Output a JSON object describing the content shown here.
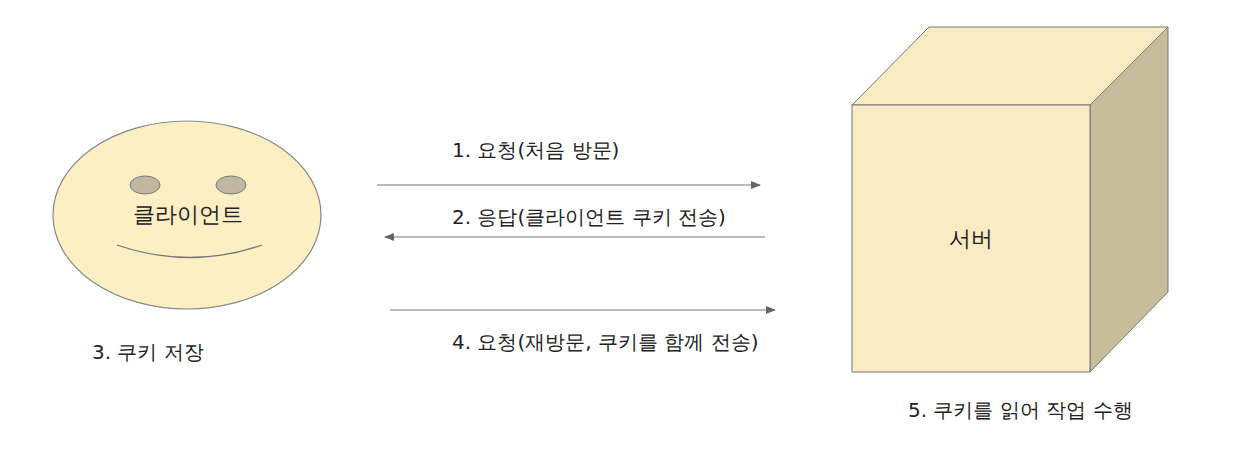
{
  "diagram": {
    "nodes": [
      {
        "text": [
          "클라이언트"
        ]
      },
      {
        "text": [
          "서버"
        ]
      }
    ],
    "edges": [
      {
        "from": 0,
        "to": 1,
        "arrow": "to",
        "label": "1. 요청(처음 방문)"
      },
      {
        "from": 1,
        "to": 0,
        "arrow": "to",
        "label": "2. 응답(클라이언트 쿠키 전송)"
      },
      {
        "from": 0,
        "to": 1,
        "arrow": "to",
        "label": "4. 요청(재방문, 쿠키를 함께 전송)"
      }
    ],
    "labels": [
      "3. 쿠키 저장",
      "5. 쿠키를 읽어 작업 수행"
    ]
  }
}
